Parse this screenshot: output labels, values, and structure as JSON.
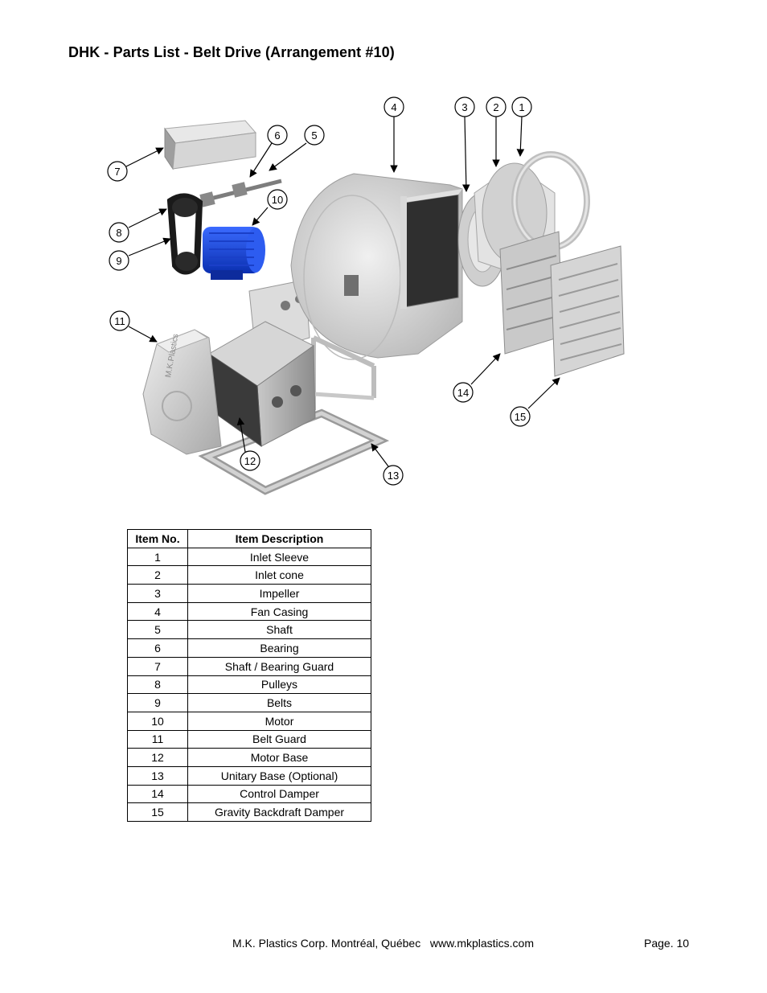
{
  "page": {
    "title": "DHK - Parts List - Belt Drive (Arrangement #10)"
  },
  "figure": {
    "callouts": [
      "1",
      "2",
      "3",
      "4",
      "5",
      "6",
      "7",
      "8",
      "9",
      "10",
      "11",
      "12",
      "13",
      "14",
      "15"
    ],
    "logo_text": "M.K.Plastics"
  },
  "table": {
    "headers": [
      "Item No.",
      "Item Description"
    ],
    "rows": [
      {
        "no": "1",
        "desc": "Inlet Sleeve"
      },
      {
        "no": "2",
        "desc": "Inlet cone"
      },
      {
        "no": "3",
        "desc": "Impeller"
      },
      {
        "no": "4",
        "desc": "Fan Casing"
      },
      {
        "no": "5",
        "desc": "Shaft"
      },
      {
        "no": "6",
        "desc": "Bearing"
      },
      {
        "no": "7",
        "desc": "Shaft / Bearing Guard"
      },
      {
        "no": "8",
        "desc": "Pulleys"
      },
      {
        "no": "9",
        "desc": "Belts"
      },
      {
        "no": "10",
        "desc": "Motor"
      },
      {
        "no": "11",
        "desc": "Belt Guard"
      },
      {
        "no": "12",
        "desc": "Motor Base"
      },
      {
        "no": "13",
        "desc": "Unitary Base (Optional)"
      },
      {
        "no": "14",
        "desc": "Control Damper"
      },
      {
        "no": "15",
        "desc": "Gravity Backdraft Damper"
      }
    ]
  },
  "footer": {
    "company": "M.K. Plastics Corp. Montréal, Québec   www.mkplastics.com",
    "page": "Page. 10"
  }
}
